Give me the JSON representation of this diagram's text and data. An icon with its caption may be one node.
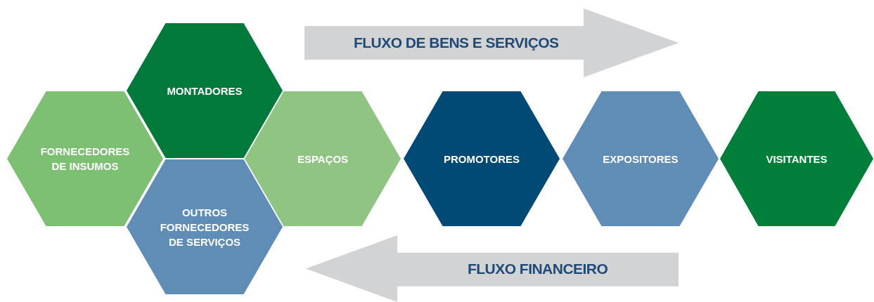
{
  "diagram": {
    "nodes": [
      {
        "text": [
          "FLUXO DE BENS E SERVIÇOS"
        ]
      },
      {
        "text": [
          "FORNECEDORES DE INSUMOS"
        ]
      },
      {
        "text": [
          "MONTADORES"
        ]
      },
      {
        "text": [
          "OUTROS FORNECEDORES DE SERVIÇOS"
        ]
      },
      {
        "text": [
          "ESPAÇOS"
        ]
      },
      {
        "text": [
          "PROMOTORES"
        ]
      },
      {
        "text": [
          "EXPOSITORES"
        ]
      },
      {
        "text": [
          "VISITANTES"
        ]
      },
      {
        "text": [
          "FLUXO FINANCEIRO"
        ]
      }
    ]
  }
}
